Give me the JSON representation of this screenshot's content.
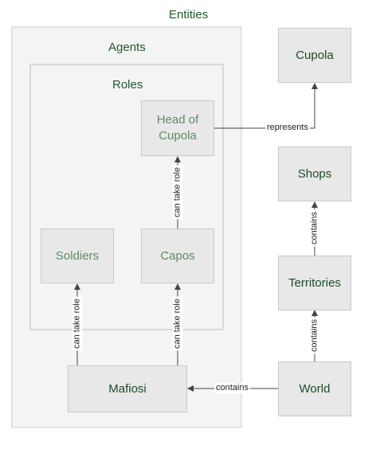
{
  "colors": {
    "title_text": "#1e5a2e",
    "box_fill": "#e8e8e8",
    "group_fill": "#f4f4f4",
    "edge": "#444444"
  },
  "diagram": {
    "title": "Entities",
    "groups": {
      "agents": "Agents",
      "roles": "Roles"
    },
    "nodes": {
      "cupola": "Cupola",
      "head_of_cupola": "Head of\nCupola",
      "shops": "Shops",
      "soldiers": "Soldiers",
      "capos": "Capos",
      "territories": "Territories",
      "mafiosi": "Mafiosi",
      "world": "World"
    },
    "edges": {
      "represents": "represents",
      "capos_to_head": "can take role",
      "mafiosi_to_soldiers": "can take role",
      "mafiosi_to_capos": "can take role",
      "territories_to_shops": "contains",
      "world_to_territories": "contains",
      "world_to_mafiosi": "contains"
    }
  }
}
